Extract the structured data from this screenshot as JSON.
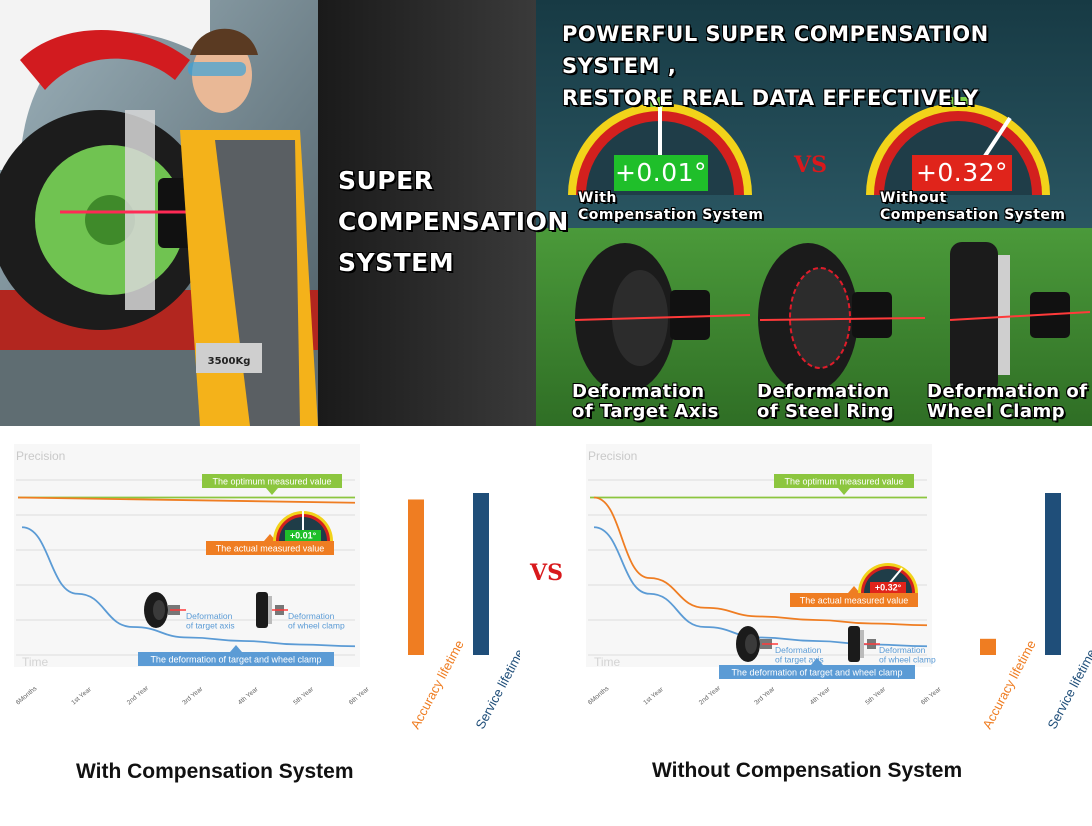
{
  "banner": {
    "center_title": [
      "SUPER",
      "COMPENSATION",
      "SYSTEM"
    ],
    "headline": [
      "POWERFUL SUPER COMPENSATION SYSTEM ,",
      "RESTORE REAL DATA EFFECTIVELY"
    ],
    "gauge_with": {
      "reading": "+0.01°",
      "label": [
        "With",
        "Compensation System"
      ],
      "reading_color": "#1fbf2a"
    },
    "gauge_without": {
      "reading": "+0.32°",
      "label": [
        "Without",
        "Compensation System"
      ],
      "reading_color": "#e0241b"
    },
    "vs": "VS",
    "lift_plate": "3500Kg",
    "deformations": [
      {
        "label": [
          "Deformation",
          "of Target Axis"
        ]
      },
      {
        "label": [
          "Deformation",
          "of Steel Ring"
        ]
      },
      {
        "label": [
          "Deformation of",
          "Wheel Clamp"
        ]
      }
    ]
  },
  "vs_middle": "VS",
  "captions": {
    "left": "With Compensation System",
    "right": "Without Compensation System"
  },
  "colors": {
    "green": "#8cc63f",
    "orange": "#ef7d22",
    "blue": "#5b9bd5",
    "dark_blue": "#1f4e79"
  },
  "chart_data": [
    {
      "type": "line",
      "ylabel": "Precision",
      "xlabel": "Time",
      "x": [
        "6Months",
        "1st Year",
        "2nd Year",
        "3rd Year",
        "4th Year",
        "5th Year",
        "6th Year"
      ],
      "ylim": [
        0,
        10
      ],
      "grid": true,
      "series": [
        {
          "values": [
            9.0,
            9.0,
            9.0,
            9.0,
            9.0,
            9.0,
            9.0
          ],
          "color": "#8cc63f"
        },
        {
          "values": [
            9.0,
            8.95,
            8.9,
            8.85,
            8.8,
            8.75,
            8.7
          ],
          "color": "#ef7d22"
        },
        {
          "values": [
            7.3,
            3.5,
            1.6,
            1.0,
            0.8,
            0.6,
            0.5
          ],
          "color": "#5b9bd5"
        }
      ],
      "annotations": {
        "optimum": "The optimum measured value",
        "actual": "The actual measured value",
        "deformation": "The deformation of target and wheel clamp",
        "target_axis": [
          "Deformation",
          "of target axis"
        ],
        "wheel_clamp": [
          "Deformation",
          "of wheel clamp"
        ],
        "gauge_reading": "+0.01°"
      },
      "bars": {
        "categories": [
          "Accuracy lifetime",
          "Service lifetime"
        ],
        "values": [
          9.6,
          10.0
        ],
        "colors": [
          "#ef7d22",
          "#1f4e79"
        ]
      }
    },
    {
      "type": "line",
      "ylabel": "Precision",
      "xlabel": "Time",
      "x": [
        "6Months",
        "1st Year",
        "2nd Year",
        "3rd Year",
        "4th Year",
        "5th Year",
        "6th Year"
      ],
      "ylim": [
        0,
        10
      ],
      "grid": true,
      "series": [
        {
          "values": [
            9.0,
            9.0,
            9.0,
            9.0,
            9.0,
            9.0,
            9.0
          ],
          "color": "#8cc63f"
        },
        {
          "values": [
            9.0,
            4.4,
            2.7,
            2.2,
            2.0,
            1.8,
            1.7
          ],
          "color": "#ef7d22"
        },
        {
          "values": [
            7.3,
            3.5,
            1.6,
            1.0,
            0.8,
            0.6,
            0.5
          ],
          "color": "#5b9bd5"
        }
      ],
      "annotations": {
        "optimum": "The optimum measured value",
        "actual": "The actual measured value",
        "deformation": "The deformation of target and wheel clamp",
        "target_axis": [
          "Deformation",
          "of target axis"
        ],
        "wheel_clamp": [
          "Deformation",
          "of wheel clamp"
        ],
        "gauge_reading": "+0.32°"
      },
      "bars": {
        "categories": [
          "Accuracy lifetime",
          "Service lifetime"
        ],
        "values": [
          1.0,
          10.0
        ],
        "colors": [
          "#ef7d22",
          "#1f4e79"
        ]
      }
    }
  ]
}
